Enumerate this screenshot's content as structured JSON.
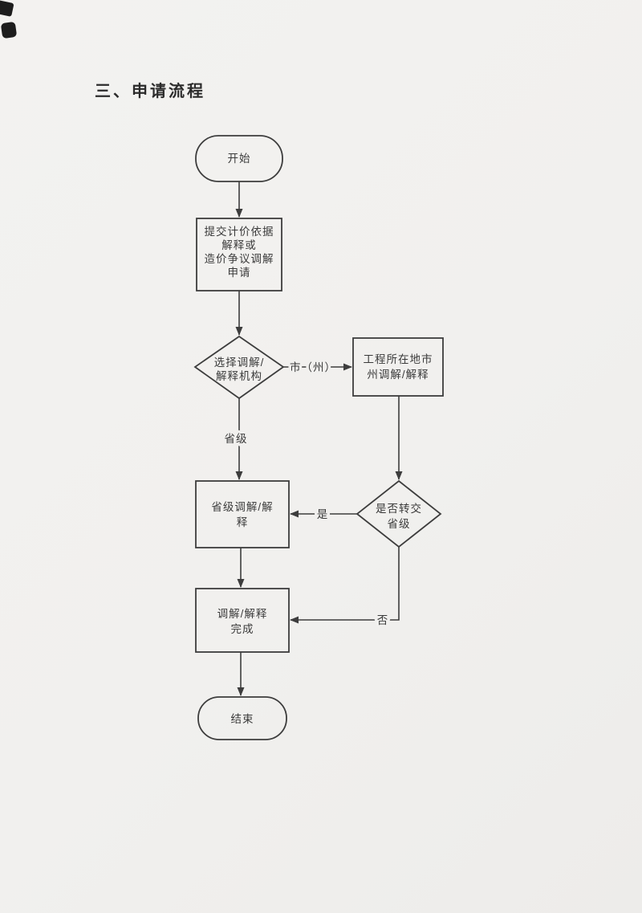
{
  "title": "三、申请流程",
  "flowchart": {
    "nodes": {
      "start": {
        "label": "开始"
      },
      "submit": {
        "lines": [
          "提交计价依据",
          "解释或",
          "造价争议调解",
          "申请"
        ]
      },
      "choose": {
        "lines": [
          "选择调解/",
          "解释机构"
        ]
      },
      "city": {
        "lines": [
          "工程所在地市",
          "州调解/解释"
        ]
      },
      "provincial": {
        "lines": [
          "省级调解/解",
          "释"
        ]
      },
      "transfer": {
        "lines": [
          "是否转交",
          "省级"
        ]
      },
      "complete": {
        "lines": [
          "调解/解释",
          "完成"
        ]
      },
      "end": {
        "label": "结束"
      }
    },
    "edge_labels": {
      "branch_city": "市（州）",
      "branch_province": "省级",
      "yes": "是",
      "no": "否"
    },
    "colors": {
      "line": "#3d3d3d",
      "paper": "#f1f0ee"
    }
  }
}
